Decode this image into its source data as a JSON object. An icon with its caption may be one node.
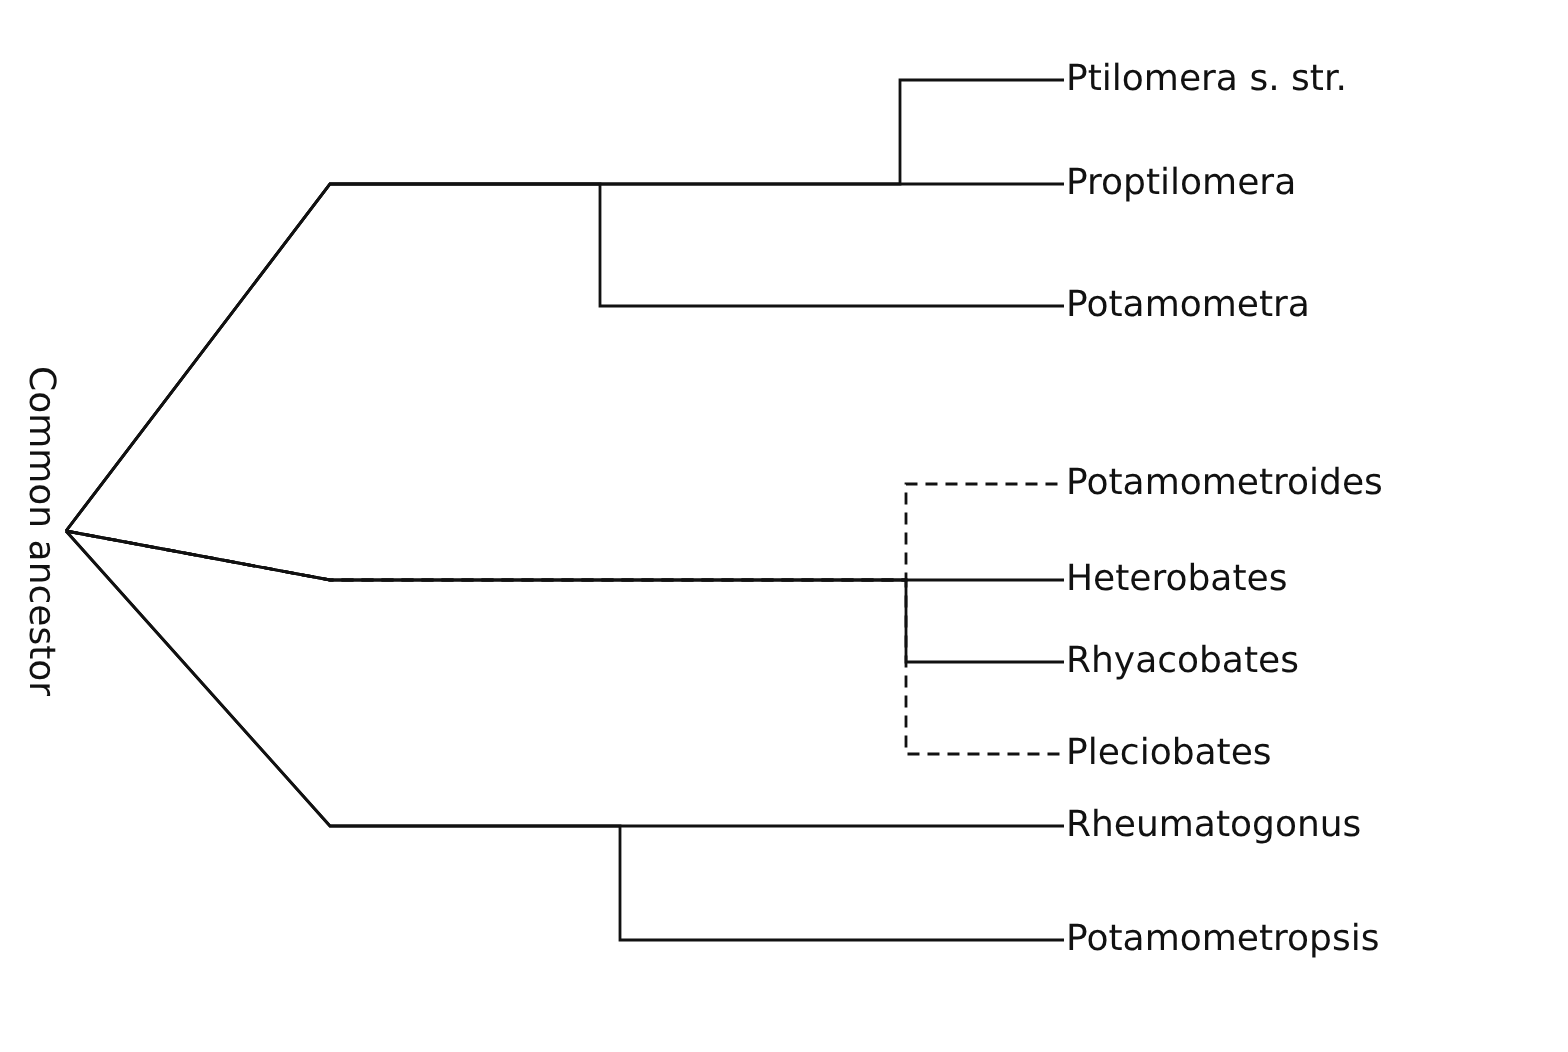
{
  "diagram": {
    "nodes": [
      {
        "text": [
          "Common ancestor"
        ]
      },
      {
        "text": [
          "Ptilomera s. str."
        ]
      },
      {
        "text": [
          "Proptilomera"
        ]
      },
      {
        "text": [
          "Potamometra"
        ]
      },
      {
        "text": [
          "Potamometroides"
        ]
      },
      {
        "text": [
          "Heterobates"
        ]
      },
      {
        "text": [
          "Rhyacobates"
        ]
      },
      {
        "text": [
          "Pleciobates"
        ]
      },
      {
        "text": [
          "Rheumatogonus"
        ]
      },
      {
        "text": [
          "Potamometropsis"
        ]
      }
    ],
    "edges": [
      {
        "from": 0,
        "to": 1,
        "arrow": "none"
      },
      {
        "from": 0,
        "to": 2,
        "arrow": "none"
      },
      {
        "from": 0,
        "to": 3,
        "arrow": "none"
      },
      {
        "from": 0,
        "to": 4,
        "arrow": "none",
        "style": "dashed"
      },
      {
        "from": 0,
        "to": 5,
        "arrow": "none"
      },
      {
        "from": 0,
        "to": 6,
        "arrow": "none"
      },
      {
        "from": 0,
        "to": 7,
        "arrow": "none",
        "style": "dashed"
      },
      {
        "from": 0,
        "to": 8,
        "arrow": "none"
      },
      {
        "from": 0,
        "to": 9,
        "arrow": "none"
      }
    ]
  }
}
